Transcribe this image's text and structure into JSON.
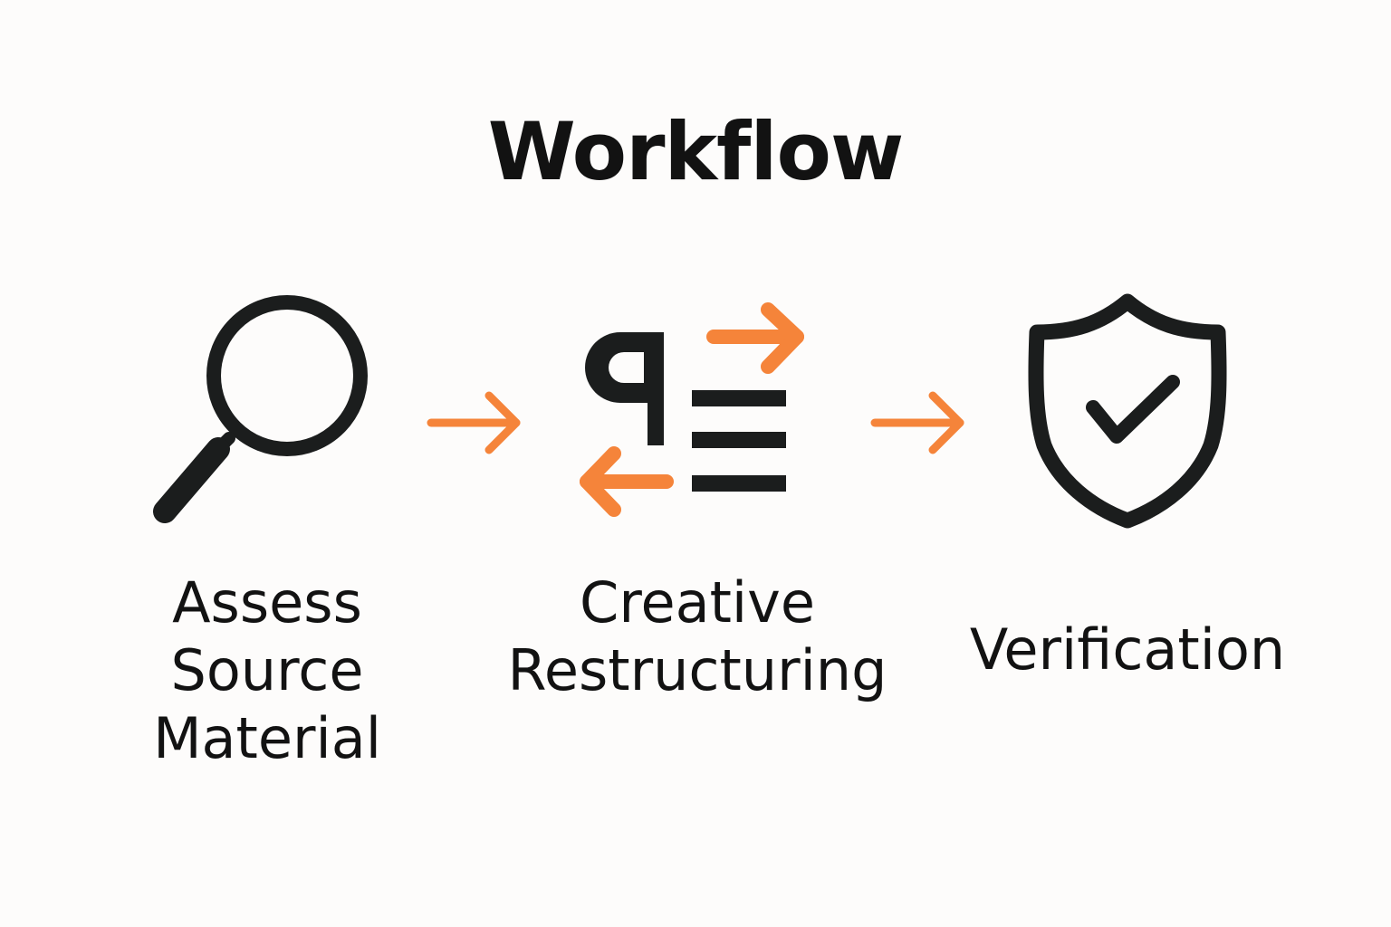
{
  "diagram": {
    "title": "Workflow",
    "accent_color": "#f5843a",
    "ink_color": "#1b1d1d",
    "steps": [
      {
        "label": "Assess\nSource\nMaterial",
        "icon": "magnifying-glass-icon"
      },
      {
        "label": "Creative\nRestructuring",
        "icon": "paragraph-restructure-icon"
      },
      {
        "label": "Verification",
        "icon": "shield-check-icon"
      }
    ],
    "connectors": [
      "arrow-right-icon",
      "arrow-right-icon"
    ]
  }
}
